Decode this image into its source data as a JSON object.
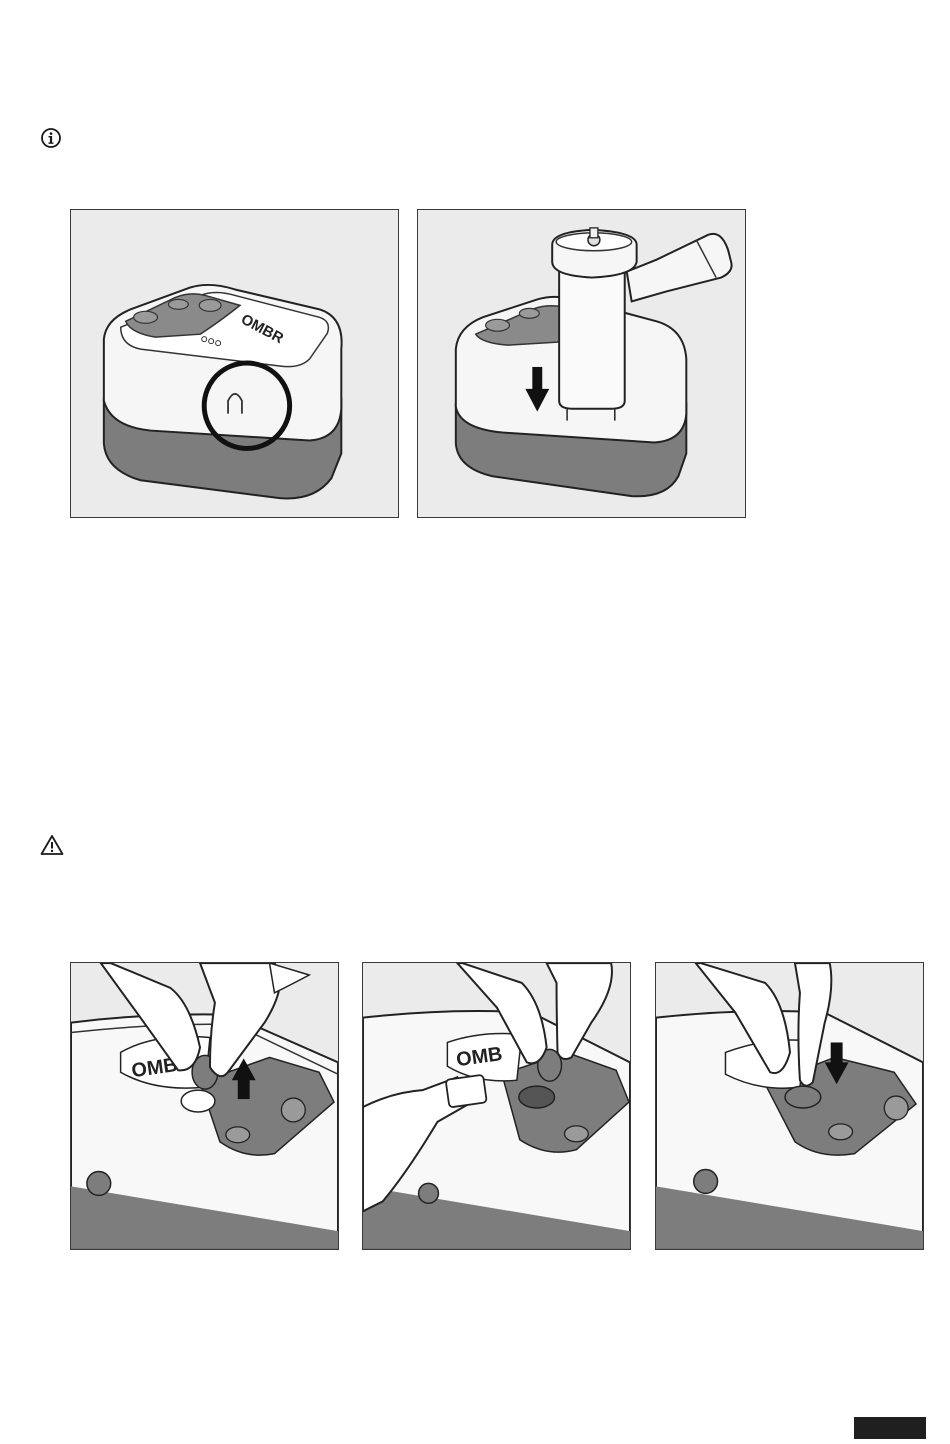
{
  "page": {
    "icons": {
      "info": "info-circle-icon",
      "warning": "warning-triangle-icon"
    },
    "figures": {
      "top_row": [
        {
          "name": "nebulizer-unit-with-marked-socket",
          "brand_text": "OMBR"
        },
        {
          "name": "nebulizer-unit-with-kit-attached",
          "arrow": "down"
        }
      ],
      "bottom_row": [
        {
          "name": "remove-cap-step",
          "brand_text": "OMB",
          "arrow": "up"
        },
        {
          "name": "clean-socket-step",
          "brand_text": "OMB"
        },
        {
          "name": "replace-cap-step",
          "arrow": "down"
        }
      ]
    },
    "colors": {
      "panel_background": "#ebebeb",
      "device_dark": "#7a7a7a",
      "device_light": "#f7f7f7",
      "outline": "#222222",
      "page_tab": "#1f1f1f"
    }
  }
}
